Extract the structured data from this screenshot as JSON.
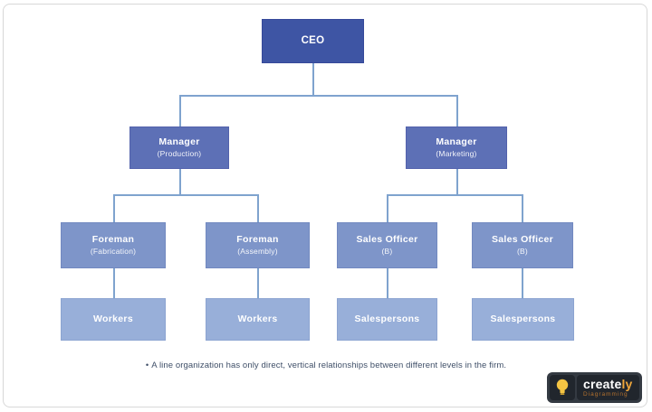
{
  "org_chart": {
    "nodes": [
      {
        "id": "ceo",
        "label": "CEO",
        "sublabel": ""
      },
      {
        "id": "manager-production",
        "label": "Manager",
        "sublabel": "(Production)"
      },
      {
        "id": "manager-marketing",
        "label": "Manager",
        "sublabel": "(Marketing)"
      },
      {
        "id": "foreman-fabrication",
        "label": "Foreman",
        "sublabel": "(Fabrication)"
      },
      {
        "id": "foreman-assembly",
        "label": "Foreman",
        "sublabel": "(Assembly)"
      },
      {
        "id": "sales-officer-left",
        "label": "Sales Officer",
        "sublabel": "(B)"
      },
      {
        "id": "sales-officer-right",
        "label": "Sales Officer",
        "sublabel": "(B)"
      },
      {
        "id": "workers-left",
        "label": "Workers",
        "sublabel": ""
      },
      {
        "id": "workers-right",
        "label": "Workers",
        "sublabel": ""
      },
      {
        "id": "salespersons-left",
        "label": "Salespersons",
        "sublabel": ""
      },
      {
        "id": "salespersons-right",
        "label": "Salespersons",
        "sublabel": ""
      }
    ],
    "colors": {
      "level1": "#3E55A4",
      "level2": "#5D70B6",
      "level3": "#7E95C9",
      "level4": "#98AFD9",
      "connector": "#7FA3CE",
      "text": "#FFFFFF"
    }
  },
  "caption": {
    "bullet": "•",
    "text": "A line organization has only direct, vertical relationships between different levels in the firm."
  },
  "branding": {
    "icon": "lightbulb-icon",
    "icon_color": "#F4C443",
    "name_prefix": "create",
    "name_suffix": "ly",
    "tagline": "Diagramming",
    "background": "#343a42"
  }
}
